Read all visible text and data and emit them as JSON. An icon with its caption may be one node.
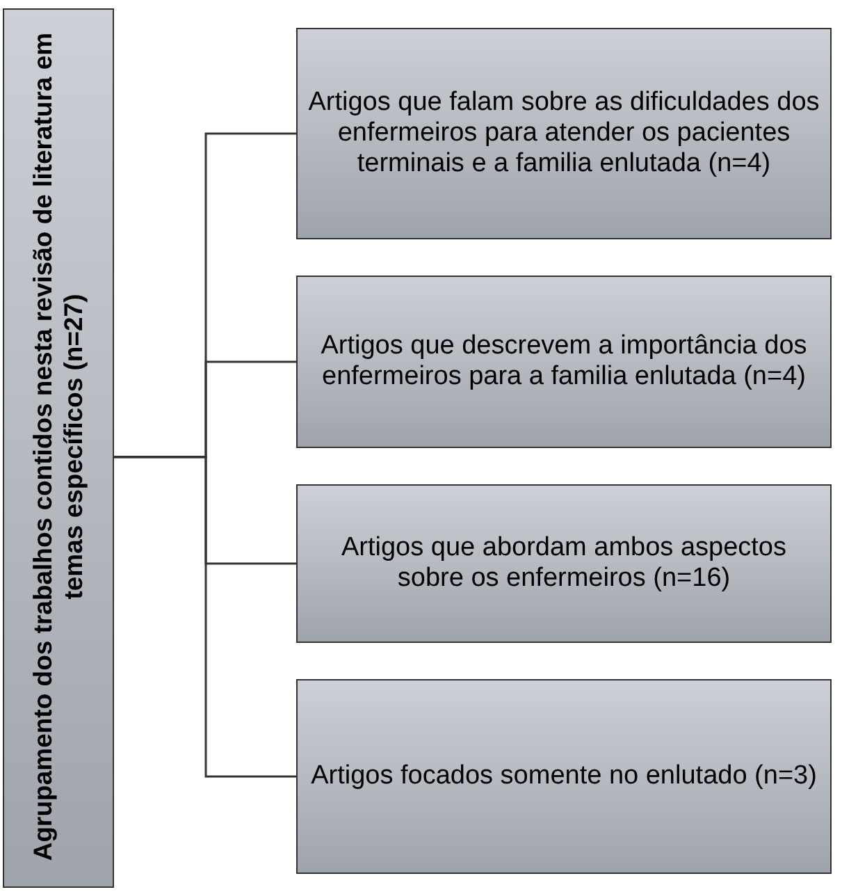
{
  "diagram": {
    "nodes": [
      {
        "text": [
          "Agrupamento dos trabalhos contidos nesta revisão de literatura em temas específicos (n=27)"
        ]
      },
      {
        "text": [
          "Artigos que falam sobre as dificuldades dos enfermeiros para atender os pacientes terminais e a familia enlutada (n=4)"
        ]
      },
      {
        "text": [
          "Artigos que descrevem a importância dos enfermeiros para a  familia enlutada (n=4)"
        ]
      },
      {
        "text": [
          "Artigos que abordam ambos aspectos sobre os enfermeiros (n=16)"
        ]
      },
      {
        "text": [
          "Artigos focados somente no enlutado (n=3)"
        ]
      }
    ],
    "edges": [
      {
        "from": 0,
        "to": 1,
        "arrow": "none"
      },
      {
        "from": 0,
        "to": 2,
        "arrow": "none"
      },
      {
        "from": 0,
        "to": 3,
        "arrow": "none"
      },
      {
        "from": 0,
        "to": 4,
        "arrow": "none"
      }
    ]
  }
}
